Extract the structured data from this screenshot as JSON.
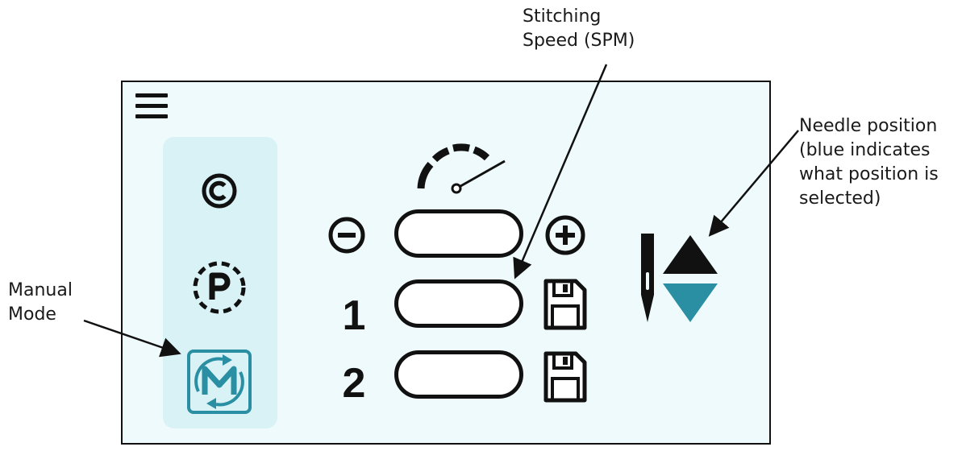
{
  "annotations": {
    "stitching_speed": [
      "Stitching",
      "Speed (SPM)"
    ],
    "needle_position": [
      "Needle position",
      "(blue indicates",
      "what position is",
      "selected)"
    ],
    "manual_mode": [
      "Manual",
      "Mode"
    ]
  },
  "panel": {
    "presets": [
      {
        "label": "1",
        "value": ""
      },
      {
        "label": "2",
        "value": ""
      }
    ],
    "speed_value": "",
    "modes": [
      {
        "name": "C",
        "state": "inactive"
      },
      {
        "name": "P",
        "state": "inactive"
      },
      {
        "name": "M",
        "state": "selected"
      }
    ],
    "needle": {
      "selected": "down"
    }
  },
  "colors": {
    "panel_bg": "#eefafb",
    "mode_strip_bg": "#d9f2f6",
    "selected_blue": "#2a8fa3",
    "ink": "#111111"
  }
}
